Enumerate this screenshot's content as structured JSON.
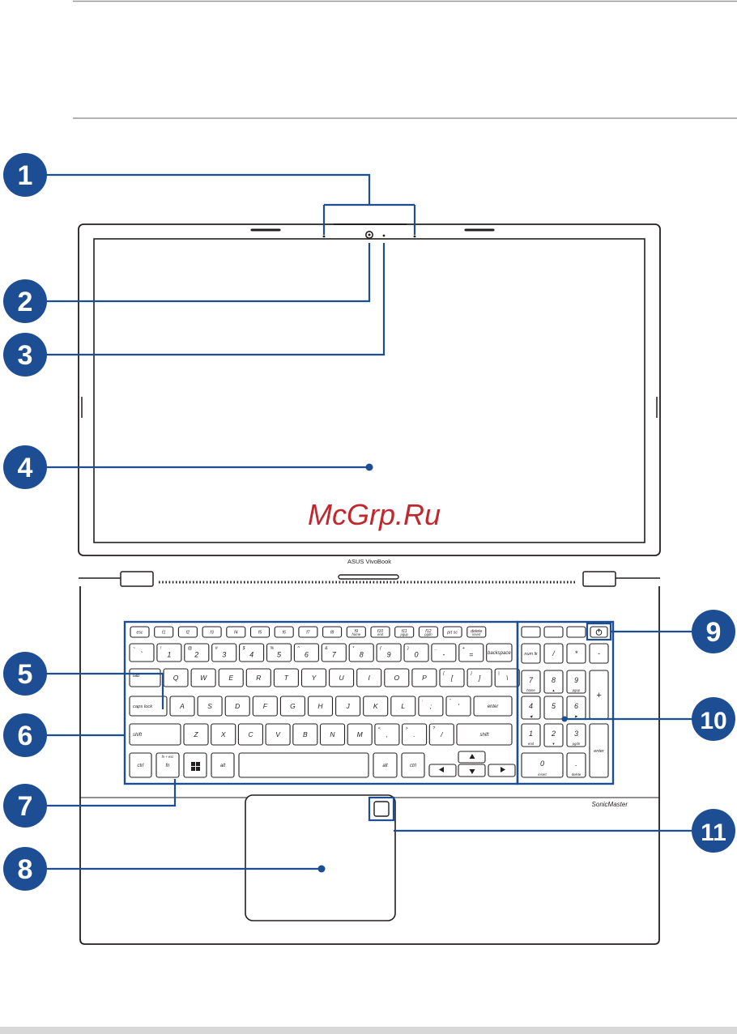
{
  "brand_label": "ASUS VivoBook",
  "audio_label": "SonicMaster",
  "watermark": "McGrp.Ru",
  "callouts": [
    "1",
    "2",
    "3",
    "4",
    "5",
    "6",
    "7",
    "8",
    "9",
    "10",
    "11"
  ],
  "keys": {
    "fn_row": [
      "esc",
      "f1",
      "f2",
      "f3",
      "f4",
      "f5",
      "f6",
      "f7",
      "f8",
      "f9",
      "f10",
      "f11",
      "f12",
      "prt sc",
      "delete"
    ],
    "fn_row_sub": {
      "f9": "home",
      "f10": "end",
      "f11": "pgup",
      "f12": "pgdn",
      "delete": "insert"
    },
    "num_row": [
      "`",
      "1",
      "2",
      "3",
      "4",
      "5",
      "6",
      "7",
      "8",
      "9",
      "0",
      "-",
      "="
    ],
    "num_row_shift": [
      "~",
      "!",
      "@",
      "#",
      "$",
      "%",
      "^",
      "&",
      "*",
      "(",
      ")",
      "_",
      "+"
    ],
    "backspace": "backspace",
    "tab": "tab",
    "q_row": [
      "Q",
      "W",
      "E",
      "R",
      "T",
      "Y",
      "U",
      "I",
      "O",
      "P",
      "[",
      "]",
      "\\"
    ],
    "q_row_shift": [
      "",
      "",
      "",
      "",
      "",
      "",
      "",
      "",
      "",
      "",
      "{",
      "}",
      "|"
    ],
    "caps": "caps lock",
    "a_row": [
      "A",
      "S",
      "D",
      "F",
      "G",
      "H",
      "J",
      "K",
      "L",
      ";",
      "'"
    ],
    "a_row_shift": [
      "",
      "",
      "",
      "",
      "",
      "",
      "",
      "",
      "",
      ":",
      "\""
    ],
    "enter": "enter",
    "shift": "shift",
    "z_row": [
      "Z",
      "X",
      "C",
      "V",
      "B",
      "N",
      "M",
      ",",
      ".",
      "/"
    ],
    "z_row_shift": [
      "",
      "",
      "",
      "",
      "",
      "",
      "",
      "<",
      ">",
      "?"
    ],
    "ctrl": "ctrl",
    "fn": "fn",
    "fn_sub": "fn + esc",
    "alt": "alt",
    "numpad_top": [
      "num lk",
      "/",
      "*",
      "-"
    ],
    "numpad_r1": [
      "7",
      "8",
      "9"
    ],
    "numpad_r1_sub": [
      "home",
      "▲",
      "pgup"
    ],
    "numpad_r2": [
      "4",
      "5",
      "6"
    ],
    "numpad_r2_sub": [
      "◀",
      "",
      "▶"
    ],
    "numpad_r3": [
      "1",
      "2",
      "3"
    ],
    "numpad_r3_sub": [
      "end",
      "▼",
      "pgdn"
    ],
    "numpad_zero": "0",
    "numpad_zero_sub": "insert",
    "numpad_dot": ".",
    "numpad_dot_sub": "delete",
    "numpad_plus": "+",
    "numpad_enter": "enter"
  },
  "colors": {
    "accent": "#1d4e94",
    "outline": "#231f20",
    "watermark": "#c0282d",
    "badge_text": "#ffffff"
  }
}
